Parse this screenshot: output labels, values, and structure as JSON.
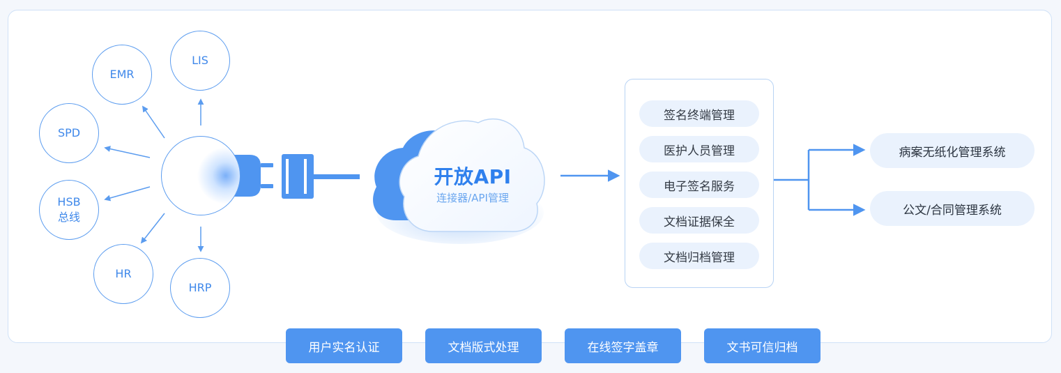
{
  "systems": [
    {
      "id": "emr",
      "label": "EMR"
    },
    {
      "id": "lis",
      "label": "LIS"
    },
    {
      "id": "spd",
      "label": "SPD"
    },
    {
      "id": "hsb",
      "label": "HSB\n总线"
    },
    {
      "id": "hr",
      "label": "HR"
    },
    {
      "id": "hrp",
      "label": "HRP"
    }
  ],
  "api": {
    "title": "开放API",
    "subtitle": "连接器/API管理"
  },
  "services": [
    "签名终端管理",
    "医护人员管理",
    "电子签名服务",
    "文档证据保全",
    "文档归档管理"
  ],
  "targets": [
    "病案无纸化管理系统",
    "公文/合同管理系统"
  ],
  "capabilities": [
    "用户实名认证",
    "文档版式处理",
    "在线签字盖章",
    "文书可信归档"
  ],
  "colors": {
    "accent": "#4f95f0",
    "line": "#5b9cef",
    "pill_bg": "#eaf2fd"
  }
}
